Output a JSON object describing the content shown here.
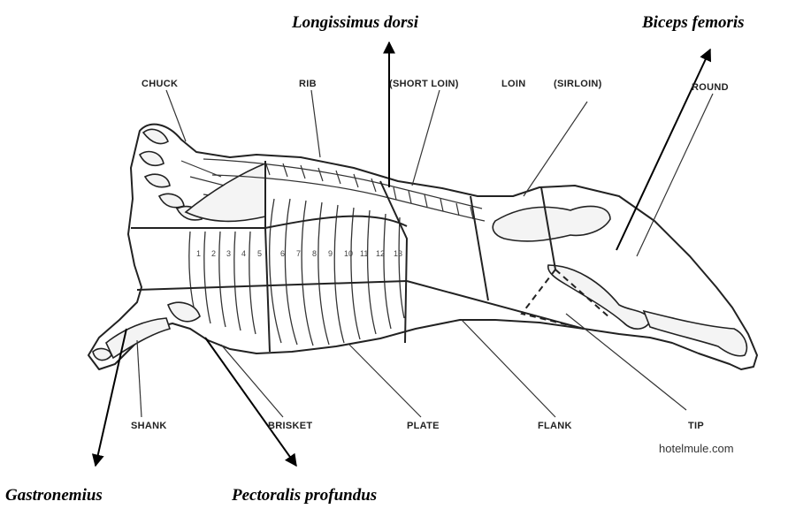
{
  "muscles": {
    "longissimus": "Longissimus dorsi",
    "biceps": "Biceps femoris",
    "gastro": "Gastronemius",
    "pectoralis": "Pectoralis profundus"
  },
  "cuts": {
    "chuck": "CHUCK",
    "rib": "RIB",
    "short_loin": "(SHORT LOIN)",
    "loin": "LOIN",
    "sirloin": "(SIRLOIN)",
    "round": "ROUND",
    "shank": "SHANK",
    "brisket": "BRISKET",
    "plate": "PLATE",
    "flank": "FLANK",
    "tip": "TIP"
  },
  "rib_numbers": [
    "1",
    "2",
    "3",
    "4",
    "5",
    "6",
    "7",
    "8",
    "9",
    "10",
    "11",
    "12",
    "13"
  ],
  "watermark": "hotelmule.com"
}
